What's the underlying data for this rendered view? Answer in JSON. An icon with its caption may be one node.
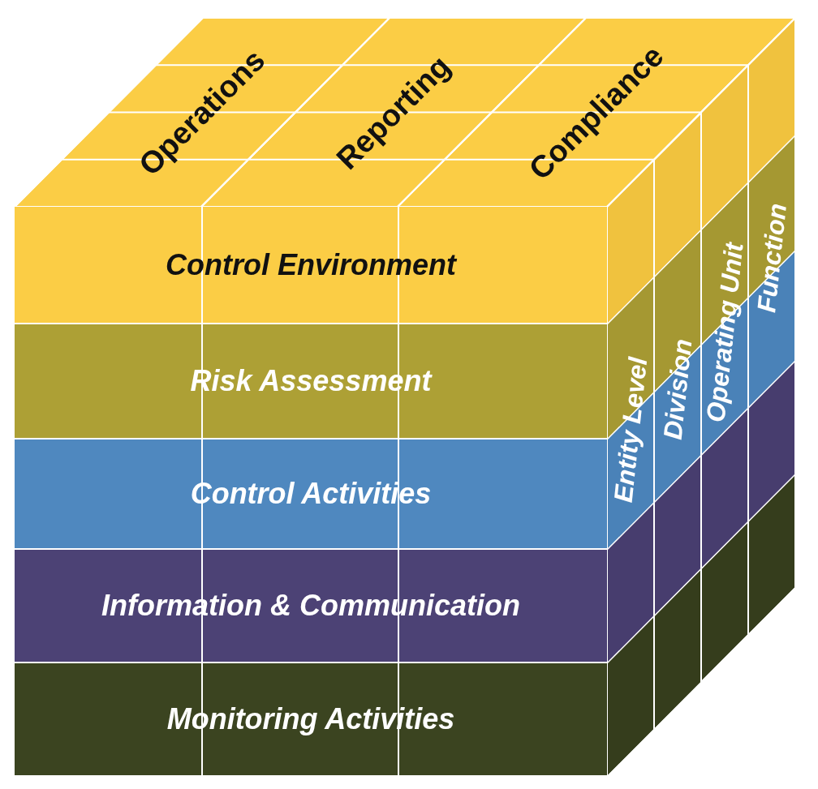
{
  "diagram": {
    "nodes": [
      {
        "text": [
          "Control Environment"
        ]
      },
      {
        "text": [
          "Risk Assessment"
        ]
      },
      {
        "text": [
          "Control Activities"
        ]
      },
      {
        "text": [
          "Information & Communication"
        ]
      },
      {
        "text": [
          "Monitoring Activities"
        ]
      },
      {
        "text": [
          "Operations"
        ]
      },
      {
        "text": [
          "Reporting"
        ]
      },
      {
        "text": [
          "Compliance"
        ]
      },
      {
        "text": [
          "Entity Level"
        ]
      },
      {
        "text": [
          "Division"
        ]
      },
      {
        "text": [
          "Operating Unit"
        ]
      },
      {
        "text": [
          "Function"
        ]
      }
    ]
  }
}
